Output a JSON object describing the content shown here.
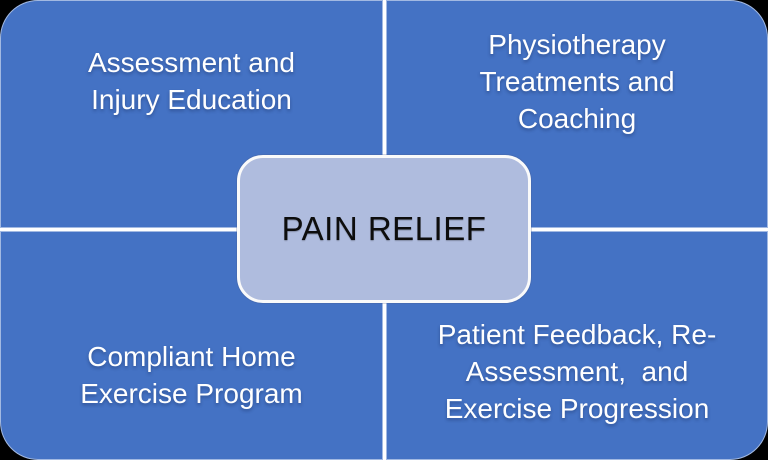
{
  "diagram": {
    "type": "quadrant-matrix",
    "center": {
      "label": "PAIN RELIEF"
    },
    "quadrants": [
      {
        "position": "top-left",
        "lines": [
          "Assessment and",
          "Injury Education"
        ]
      },
      {
        "position": "top-right",
        "lines": [
          "Physiotherapy",
          "Treatments and",
          "Coaching"
        ]
      },
      {
        "position": "bottom-left",
        "lines": [
          "Compliant Home",
          "Exercise Program"
        ]
      },
      {
        "position": "bottom-right",
        "lines": [
          "Patient Feedback, Re-",
          "Assessment,  and",
          "Exercise Progression"
        ]
      }
    ],
    "colors": {
      "quadrant_fill": "#4472C4",
      "quadrant_text": "#FFFFFF",
      "center_fill": "#AFBCDE",
      "center_border": "#FAFAFA",
      "center_text": "#0D0D0D",
      "divider": "#FFFFFF",
      "outer_background": "#000000"
    }
  }
}
